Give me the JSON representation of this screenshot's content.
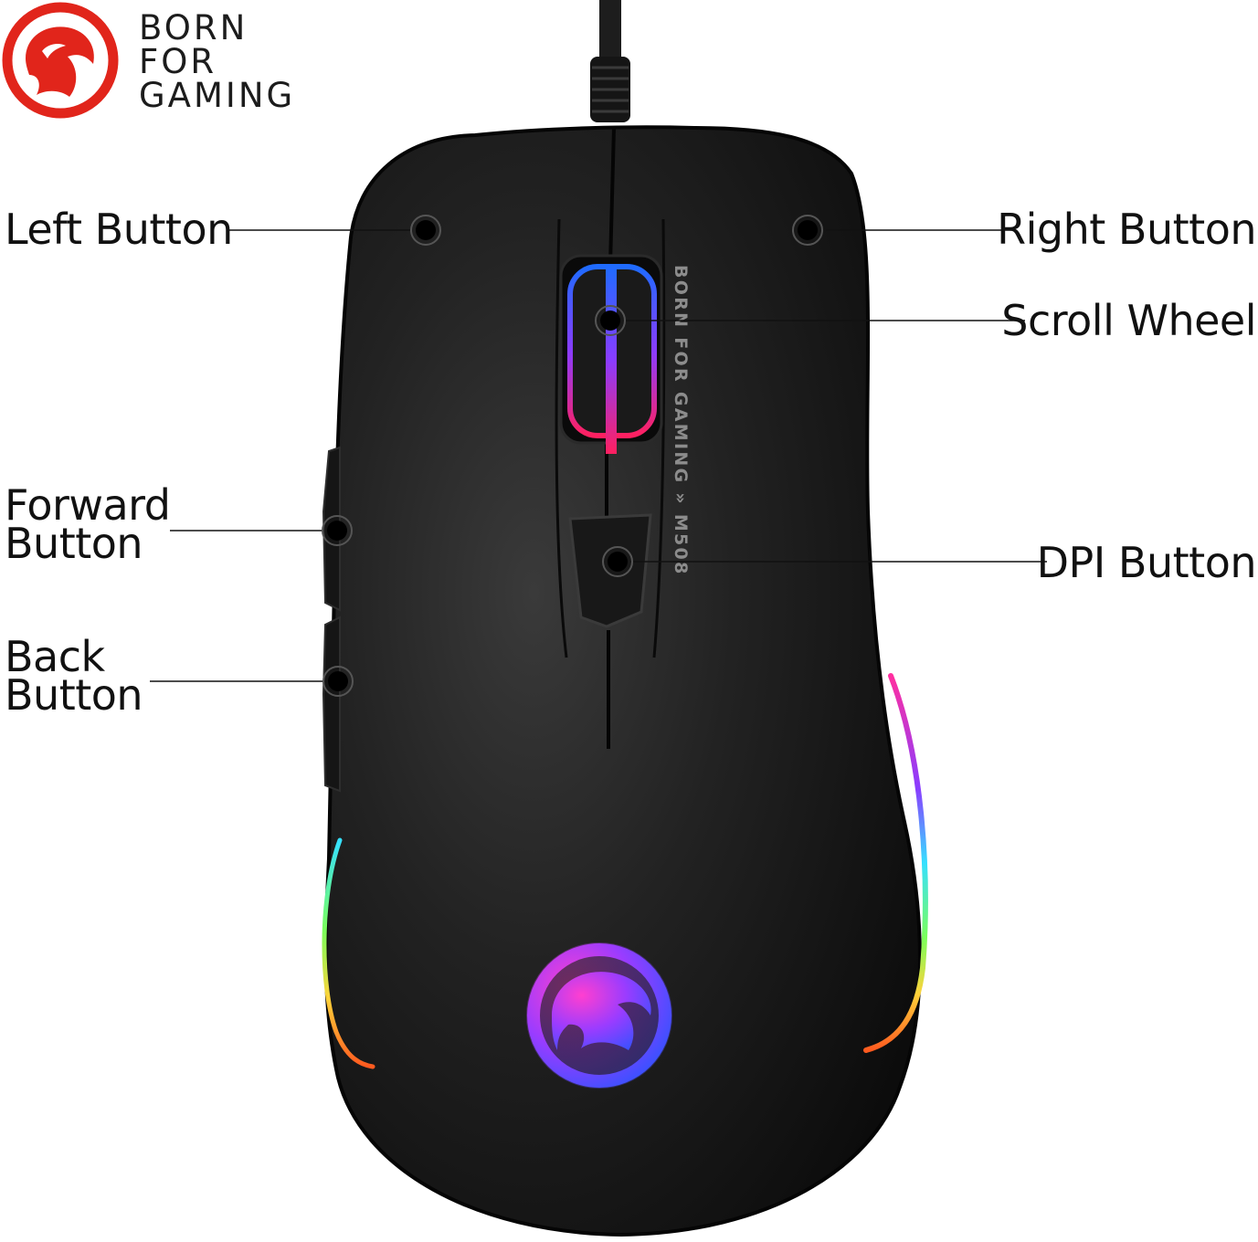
{
  "brand": {
    "lines": [
      "BORN",
      "FOR",
      "GAMING"
    ],
    "logo_icon": "marvo-scorpion-head-logo",
    "logo_color": "#e1251b"
  },
  "mouse": {
    "model_print": "BORN FOR GAMING » M508",
    "body_color": "#1b1b1b",
    "rgb_colors": [
      "#1f6bff",
      "#8a3cff",
      "#ff2fa0",
      "#ff5a1f",
      "#ffd23a",
      "#35e0ff"
    ]
  },
  "callouts": {
    "left_button": "Left Button",
    "right_button": "Right Button",
    "scroll_wheel": "Scroll Wheel",
    "forward_button": [
      "Forward",
      "Button"
    ],
    "dpi_button": "DPI Button",
    "back_button": [
      "Back",
      "Button"
    ]
  }
}
